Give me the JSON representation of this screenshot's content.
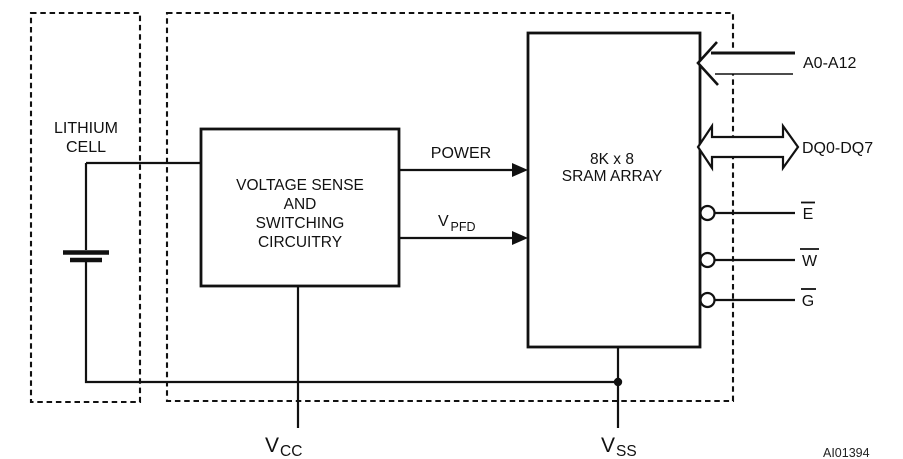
{
  "colors": {
    "line": "#111111",
    "background": "#ffffff"
  },
  "lithium_cell": {
    "label": [
      "LITHIUM",
      "CELL"
    ]
  },
  "voltage_block": {
    "label": [
      "VOLTAGE SENSE",
      "AND",
      "SWITCHING",
      "CIRCUITRY"
    ]
  },
  "sram_block": {
    "label": [
      "8K x 8",
      "SRAM ARRAY"
    ]
  },
  "signals": {
    "power": "POWER",
    "vpfd": {
      "base": "V",
      "sub": "PFD"
    },
    "address_bus": "A0-A12",
    "data_bus": "DQ0-DQ7",
    "chip_enable": "E",
    "write_enable": "W",
    "output_enable": "G",
    "vcc": {
      "base": "V",
      "sub": "CC"
    },
    "vss": {
      "base": "V",
      "sub": "SS"
    }
  },
  "figure_code": "AI01394"
}
